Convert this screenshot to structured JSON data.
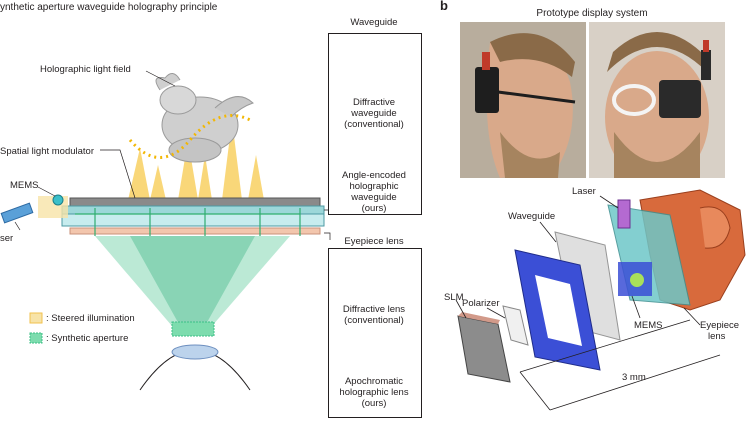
{
  "panel_a": {
    "title": "ynthetic aperture waveguide holography principle",
    "labels": {
      "light_field": "Holographic light field",
      "slm": "Spatial light modulator",
      "mems": "MEMS",
      "laser": "ser"
    },
    "legend": {
      "steered": ": Steered illumination",
      "synthetic": ": Synthetic aperture"
    },
    "waveguide_box": {
      "title": "Waveguide",
      "conventional": [
        "Diffractive",
        "waveguide",
        "(conventional)"
      ],
      "ours": [
        "Angle-encoded",
        "holographic",
        "waveguide",
        "(ours)"
      ]
    },
    "eyepiece_box": {
      "title": "Eyepiece lens",
      "conventional": [
        "Diffractive lens",
        "(conventional)"
      ],
      "ours": [
        "Apochromatic",
        "holographic lens",
        "(ours)"
      ]
    },
    "colors": {
      "yellow": "#f7c94c",
      "green": "#3bbf86",
      "cyan": "#8fd8e4",
      "pink": "#f3c6ad",
      "slm_gray": "#8a8a8a"
    }
  },
  "panel_b": {
    "letter": "b",
    "title": "Prototype display system",
    "labels": {
      "laser": "Laser",
      "waveguide": "Waveguide",
      "slm": "SLM",
      "polarizer": "Polarizer",
      "mems": "MEMS",
      "eyepiece": [
        "Eyepiece",
        "lens"
      ],
      "scale": "3 mm"
    },
    "colors": {
      "blue_frame": "#3b4fd6",
      "orange_mount": "#d86a3c",
      "teal_glass": "#6ec7c8",
      "gray_slm": "#8c8c8c"
    }
  }
}
